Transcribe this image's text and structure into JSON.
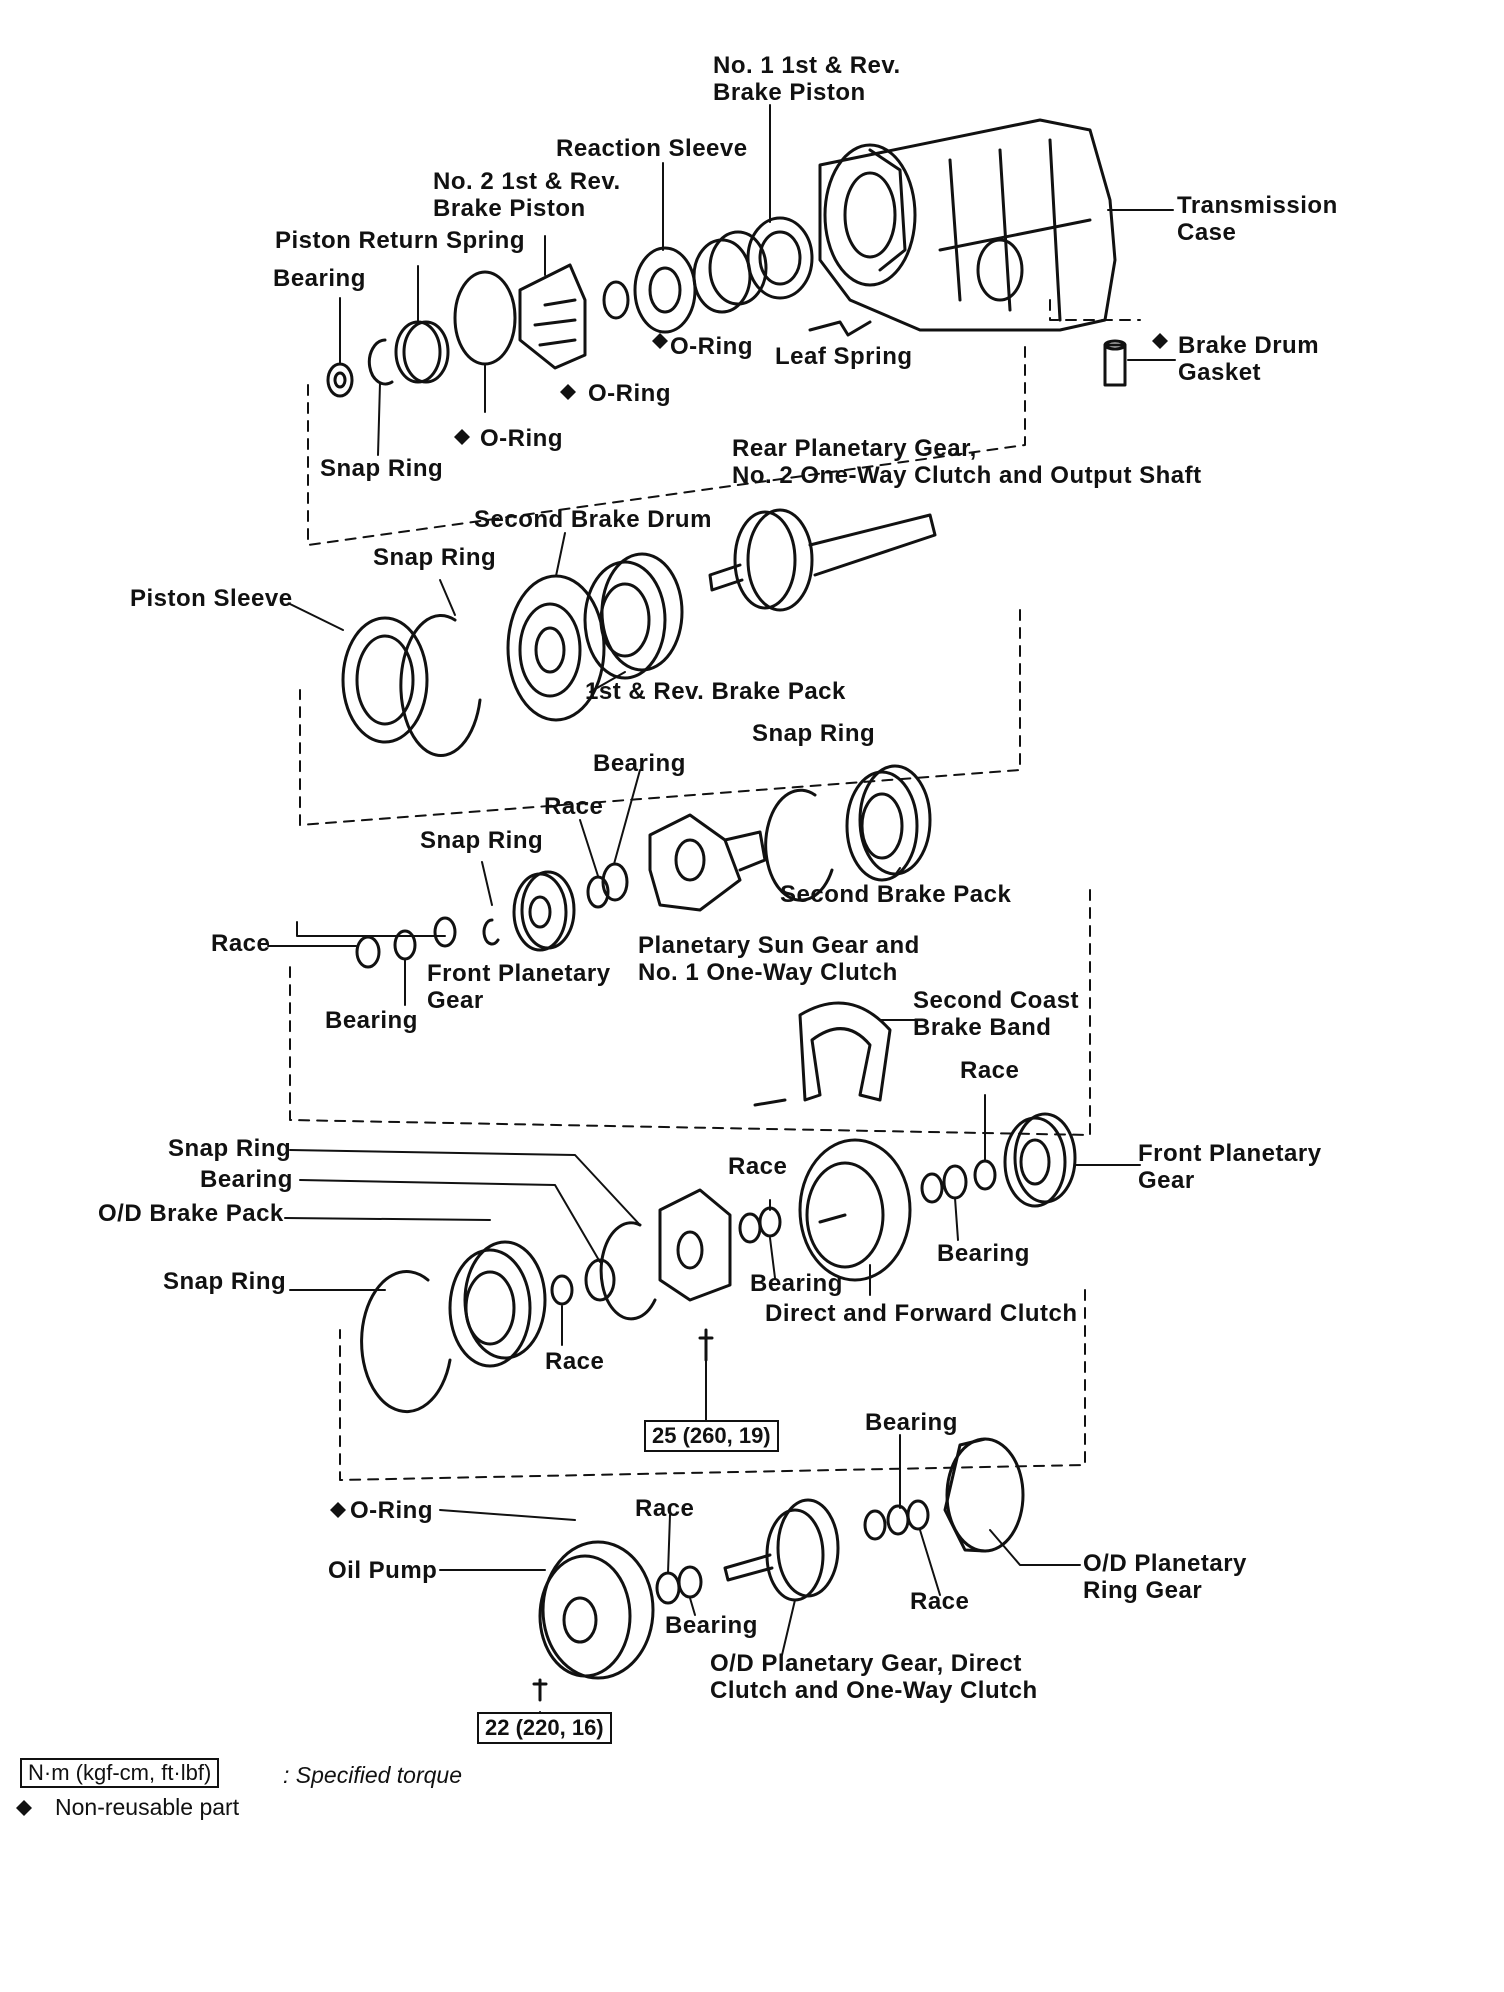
{
  "labels": {
    "brake_piston_1": "No. 1 1st & Rev.\nBrake Piston",
    "reaction_sleeve": "Reaction Sleeve",
    "brake_piston_2": "No. 2 1st & Rev.\nBrake Piston",
    "piston_return_spring": "Piston Return Spring",
    "bearing_top": "Bearing",
    "transmission_case": "Transmission\nCase",
    "o_ring_reaction": "O-Ring",
    "leaf_spring": "Leaf Spring",
    "brake_drum_gasket": "Brake Drum\nGasket",
    "o_ring_mid": "O-Ring",
    "o_ring_left": "O-Ring",
    "snap_ring_top": "Snap Ring",
    "rear_planetary": "Rear Planetary Gear,\nNo. 2 One-Way Clutch and Output Shaft",
    "second_brake_drum": "Second Brake Drum",
    "snap_ring_drum": "Snap Ring",
    "piston_sleeve": "Piston Sleeve",
    "first_rev_brake_pack": "1st & Rev. Brake Pack",
    "snap_ring_second": "Snap Ring",
    "bearing_sun": "Bearing",
    "race_sun": "Race",
    "snap_ring_front": "Snap Ring",
    "second_brake_pack": "Second Brake Pack",
    "race_left": "Race",
    "planetary_sun_gear": "Planetary Sun Gear and\nNo. 1 One-Way Clutch",
    "front_planetary_gear_1": "Front Planetary\nGear",
    "bearing_left": "Bearing",
    "second_coast_band": "Second Coast\nBrake Band",
    "race_front": "Race",
    "snap_ring_od": "Snap Ring",
    "bearing_od": "Bearing",
    "front_planetary_gear_2": "Front Planetary\nGear",
    "race_direct": "Race",
    "od_brake_pack": "O/D Brake Pack",
    "bearing_direct_right": "Bearing",
    "snap_ring_od2": "Snap Ring",
    "bearing_direct": "Bearing",
    "direct_forward_clutch": "Direct and Forward Clutch",
    "race_od": "Race",
    "bearing_pump": "Bearing",
    "o_ring_pump": "O-Ring",
    "race_pump": "Race",
    "oil_pump": "Oil Pump",
    "od_ring_gear": "O/D Planetary\nRing Gear",
    "race_ring": "Race",
    "bearing_pump2": "Bearing",
    "od_planetary_gear": "O/D Planetary Gear, Direct\nClutch and One-Way Clutch"
  },
  "torques": {
    "t1": "25 (260, 19)",
    "t2": "22 (220, 16)"
  },
  "legend": {
    "torque_units": "N·m (kgf-cm, ft·lbf)",
    "torque_desc": ": Specified torque",
    "nonreusable": "Non-reusable part"
  }
}
